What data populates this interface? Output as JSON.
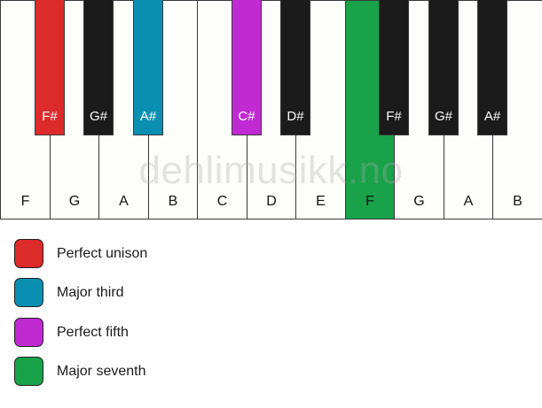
{
  "keyboard": {
    "white_keys": [
      {
        "label": "F",
        "color": "#fdfdfb"
      },
      {
        "label": "G",
        "color": "#fdfdfb"
      },
      {
        "label": "A",
        "color": "#fdfdfb"
      },
      {
        "label": "B",
        "color": "#fdfdfb"
      },
      {
        "label": "C",
        "color": "#fdfdfb"
      },
      {
        "label": "D",
        "color": "#fdfdfb"
      },
      {
        "label": "E",
        "color": "#fdfdfb"
      },
      {
        "label": "F",
        "color": "#19a24a",
        "highlight": "Major seventh"
      },
      {
        "label": "G",
        "color": "#fdfdfb"
      },
      {
        "label": "A",
        "color": "#fdfdfb"
      },
      {
        "label": "B",
        "color": "#fdfdfb"
      }
    ],
    "black_keys": [
      {
        "label": "F#",
        "after_white": 0,
        "color": "#dd2a2a",
        "highlight": "Perfect unison"
      },
      {
        "label": "G#",
        "after_white": 1,
        "color": "#1b1b1b"
      },
      {
        "label": "A#",
        "after_white": 2,
        "color": "#0a8fb3",
        "highlight": "Major third"
      },
      {
        "label": "C#",
        "after_white": 4,
        "color": "#c02ad3",
        "highlight": "Perfect fifth"
      },
      {
        "label": "D#",
        "after_white": 5,
        "color": "#1b1b1b"
      },
      {
        "label": "F#",
        "after_white": 7,
        "color": "#1b1b1b"
      },
      {
        "label": "G#",
        "after_white": 8,
        "color": "#1b1b1b"
      },
      {
        "label": "A#",
        "after_white": 9,
        "color": "#1b1b1b"
      }
    ]
  },
  "watermark": "dehlimusikk.no",
  "legend": [
    {
      "label": "Perfect unison",
      "color": "#dd2a2a"
    },
    {
      "label": "Major third",
      "color": "#0a8fb3"
    },
    {
      "label": "Perfect fifth",
      "color": "#c02ad3"
    },
    {
      "label": "Major seventh",
      "color": "#19a24a"
    }
  ]
}
